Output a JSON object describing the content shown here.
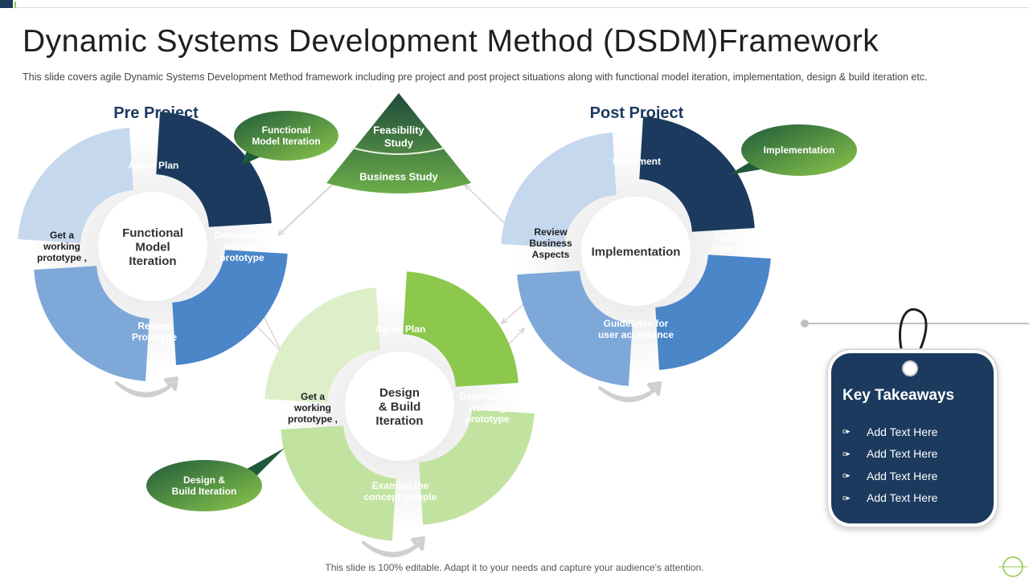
{
  "title": "Dynamic Systems Development Method (DSDM)Framework",
  "subtitle": "This slide covers agile Dynamic Systems Development  Method framework  including pre project and post project situations along with functional model iteration, implementation, design & build iteration etc.",
  "footer": "This slide is 100% editable. Adapt it to your needs and capture your audience's attention.",
  "colors": {
    "navy": "#1b3a5e",
    "blue": "#4a86c8",
    "mid_blue": "#7ea8d8",
    "light_blue": "#c5d8ee",
    "green": "#8cc84b",
    "light_green": "#c2e3a0",
    "pale_green": "#ddefc9",
    "dark_green": "#2d6a3e"
  },
  "pre_project": {
    "heading": "Pre Project",
    "center": [
      "Functional",
      "Model",
      "Iteration"
    ],
    "segments": {
      "top": [
        "Agree Plan"
      ],
      "right": [
        "Determine a",
        "working",
        "prototype"
      ],
      "bottom": [
        "Review",
        "Prototype"
      ],
      "left": [
        "Get a",
        "working",
        "prototype ,"
      ]
    },
    "bubble": [
      "Functional",
      "Model Iteration"
    ]
  },
  "post_project": {
    "heading": "Post Project",
    "center": [
      "Implementation"
    ],
    "segments": {
      "top": [
        "Implement"
      ],
      "right": [
        "Train",
        "Users"
      ],
      "bottom": [
        "Guidelines  for",
        "user acceptance"
      ],
      "left": [
        "Review",
        "Business",
        "Aspects"
      ]
    },
    "bubble": [
      "Implementation"
    ]
  },
  "design_build": {
    "center": [
      "Design",
      "& Build",
      "Iteration"
    ],
    "segments": {
      "top": [
        "Agree Plan"
      ],
      "right": [
        "Determine a",
        "working",
        "prototype"
      ],
      "bottom": [
        "Examine the",
        "concept sample"
      ],
      "left": [
        "Get a",
        "working",
        "prototype ,"
      ]
    },
    "bubble": [
      "Design &",
      "Build Iteration"
    ]
  },
  "triangle": {
    "top": [
      "Feasibility",
      "Study"
    ],
    "bottom": [
      "Business  Study"
    ]
  },
  "key_takeaways": {
    "title": "Key Takeaways",
    "bullet_icon": "key-bullet-icon",
    "items": [
      "Add Text Here",
      "Add Text Here",
      "Add Text Here",
      "Add Text Here"
    ]
  }
}
